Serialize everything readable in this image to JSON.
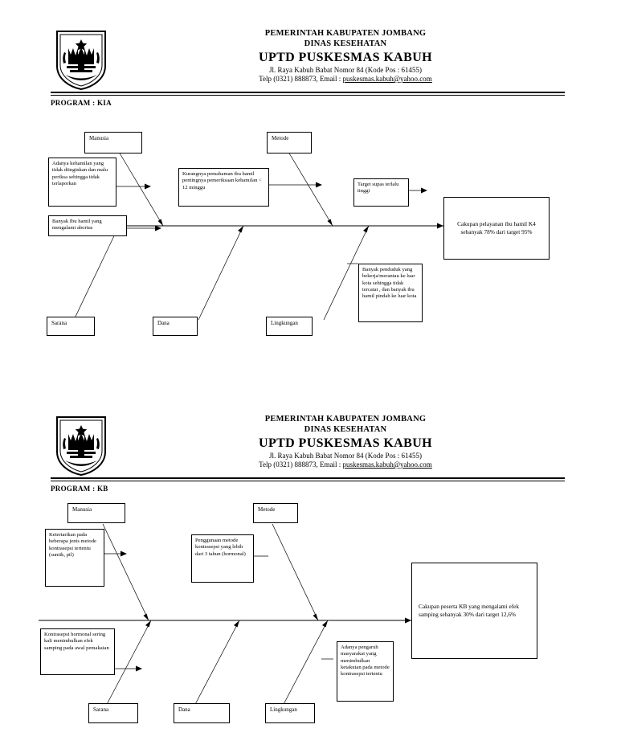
{
  "document": {
    "letterhead": {
      "logo_name": "jombang-regency-coat-of-arms",
      "line1": "PEMERINTAH KABUPATEN JOMBANG",
      "line2": "DINAS KESEHATAN",
      "line3": "UPTD PUSKESMAS  KABUH",
      "line4": "Jl. Raya Kabuh Babat Nomor 84 (Kode Pos : 61455)",
      "line5_prefix": "Telp (0321) 888873, Email : ",
      "line5_email": "puskesmas.kabuh@yahoo.com"
    }
  },
  "diagrams": [
    {
      "program_label": "PROGRAM : KIA",
      "categories": {
        "manusia": "Manusia",
        "metode": "Metode",
        "sarana": "Sarana",
        "dana": "Dana",
        "lingkungan": "Lingkungan"
      },
      "causes": {
        "manusia_1": "Adanya kehamilan yang tidak diinginkan dan malu periksa sehingga tidak terlaporkan",
        "manusia_2": "Banyak Ibu hamil yang mengalami abortus",
        "metode_1": "Kurangnya pemahaman ibu hamil pentingnya pemeriksaan kehamilan < 12 minggu",
        "dana_1": "Target supas terlalu tinggi",
        "lingkungan_1": "Banyak penduduk yang bekerja/merantau ke luar kota sehingga tidak tercatat , dan banyak ibu hamil pindah ke luar kota"
      },
      "effect": "Cakupan pelayanan ibu hamil K4 sebanyak 78% dari target 95%"
    },
    {
      "program_label": "PROGRAM : KB",
      "categories": {
        "manusia": "Manusia",
        "metode": "Metode",
        "sarana": "Sarana",
        "dana": "Dana",
        "lingkungan": "Lingkungan"
      },
      "causes": {
        "manusia_1": "Ketertarikan pada beberapa jenis metode kontrasepsi tertentu (suntik, pil)",
        "metode_1": "Penggunaan metode kontrasepsi yang lebih dari 3 tahun (hormonal)",
        "sarana_1": "Kontrasepsi hormonal sering kali menimbulkan efek samping pada awal pemakaian",
        "lingkungan_1": "Adanya pengaruh masyarakat yang menimbulkan ketakutan pada metode kontrasepsi tertentu"
      },
      "effect": "Cakupan peserta KB yang mengalami efek samping sebanyak 30% dari target 12,6%"
    }
  ],
  "colors": {
    "ink": "#000000",
    "paper": "#ffffff"
  }
}
